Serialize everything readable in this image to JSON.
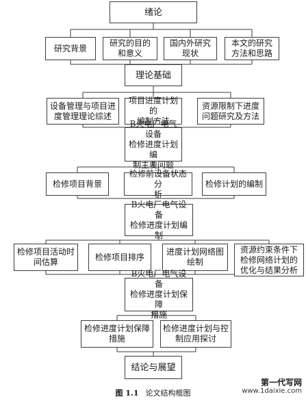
{
  "nodes": {
    "intro": "绪论",
    "bg": "研究背景",
    "purpose": "研究的目的\n和意义",
    "review": "国内外研究\n现状",
    "method": "本文的研究\n方法和思路",
    "theory": "理论基础",
    "mgmt": "设备管理与项目进\n度管理理论综述",
    "plan_method": "项目进度计划的\n编制方法",
    "resource": "资源限制下进度\n问题研究及方法",
    "problem": "B火电厂电气设备\n检修进度计划编\n制主要问题",
    "proj_bg": "检修项目背景",
    "state": "检修前设备状态分\n析",
    "plan_compile": "检修计划的编制",
    "schedule": "B火电厂电气设备\n检修进度计划编制",
    "estimate": "检修项目活动时\n间估算",
    "sort": "检修项目排序",
    "network": "进度计划网络图\n绘制",
    "optimize": "资源约束条件下\n检修网络计划的\n优化与结果分析",
    "guarantee": "B火电厂电气设备\n检修进度计划保障\n措施",
    "measures": "检修进度计划保障\n措施",
    "control": "检修进度计划与控\n制应用探讨",
    "conclusion": "结论与展望"
  },
  "caption": {
    "number": "图 1.1",
    "text": "论文结构框图"
  },
  "watermark": {
    "brand": "第一代写网",
    "url": "www.1daixie.com"
  }
}
